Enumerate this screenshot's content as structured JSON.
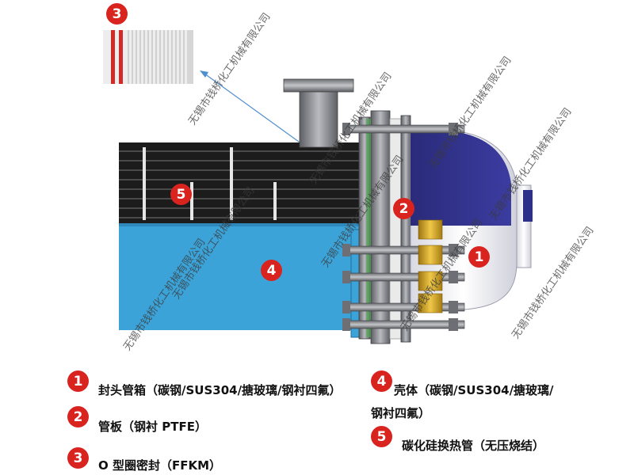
{
  "callouts": {
    "c1": "1",
    "c2": "2",
    "c3": "3",
    "c4": "4",
    "c5": "5"
  },
  "legend": [
    {
      "num": "1",
      "text": "封头管箱（碳钢/SUS304/搪玻璃/钢衬四氟）"
    },
    {
      "num": "2",
      "text": "管板（钢衬 PTFE）"
    },
    {
      "num": "3",
      "text": "O 型圈密封（FFKM）"
    },
    {
      "num": "4",
      "text_line1": "壳体（碳钢/SUS304/搪玻璃/",
      "text_line2": "钢衬四氟）"
    },
    {
      "num": "5",
      "text": "碳化硅换热管（无压烧结）"
    }
  ],
  "watermark": "无锡市钱桥化工机械有限公司",
  "colors": {
    "badge": "#d9231f",
    "shell": "#3ca3d8",
    "tubes": "#1c1c1c",
    "head_white": "#f4f4f8",
    "head_blue": "#2e2f86",
    "steel": "#8c8e94",
    "brass": "#d1a520"
  }
}
